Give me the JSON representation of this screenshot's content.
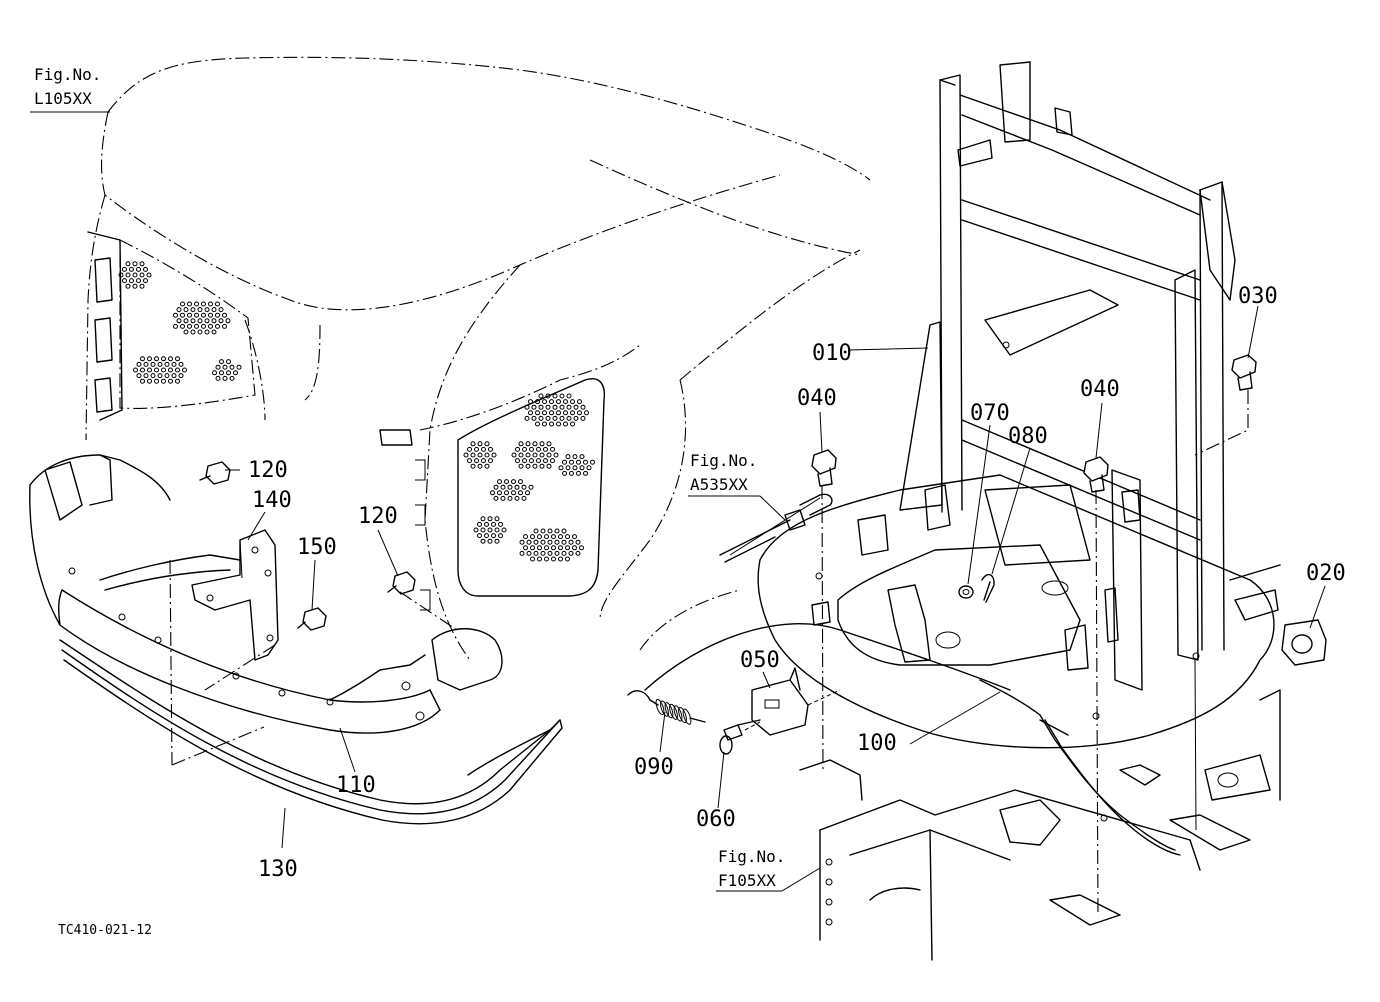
{
  "figure_refs": [
    {
      "prefix": "Fig.No.",
      "code": "L105XX"
    },
    {
      "prefix": "Fig.No.",
      "code": "A535XX"
    },
    {
      "prefix": "Fig.No.",
      "code": "F105XX"
    }
  ],
  "part_labels": [
    "010",
    "020",
    "030",
    "040",
    "040",
    "050",
    "060",
    "070",
    "080",
    "090",
    "100",
    "110",
    "120",
    "120",
    "130",
    "140",
    "150"
  ],
  "drawing_code": "TC410-021-12"
}
